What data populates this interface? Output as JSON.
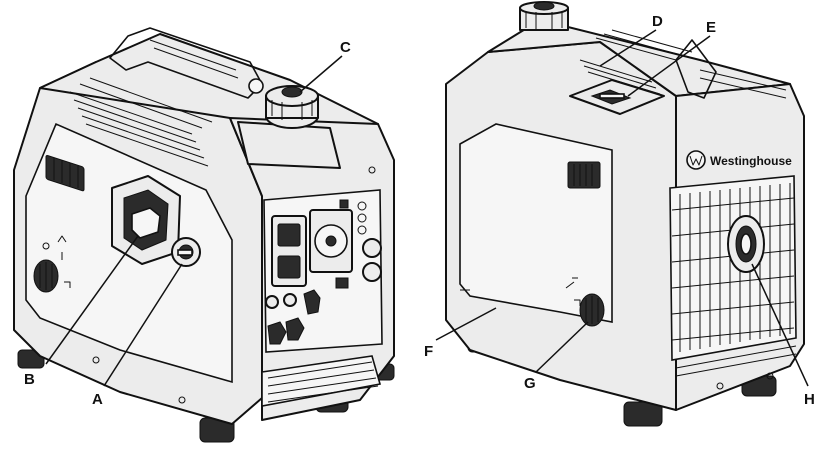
{
  "brand_logo_text": "Westinghouse",
  "callouts": {
    "A": "A",
    "B": "B",
    "C": "C",
    "D": "D",
    "E": "E",
    "F": "F",
    "G": "G",
    "H": "H"
  }
}
